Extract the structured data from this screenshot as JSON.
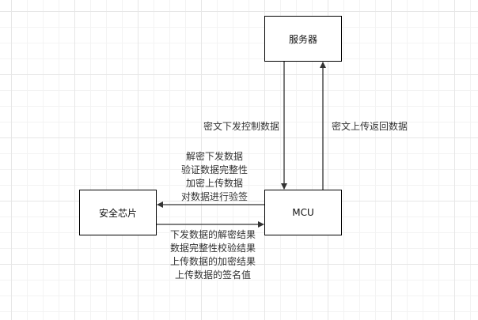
{
  "nodes": {
    "server": "服务器",
    "mcu": "MCU",
    "chip": "安全芯片"
  },
  "edges": {
    "server_to_mcu": "密文下发控制数据",
    "mcu_to_server": "密文上传返回数据",
    "mcu_to_chip": [
      "解密下发数据",
      "验证数据完整性",
      "加密上传数据",
      "对数据进行验签"
    ],
    "chip_to_mcu": [
      "下发数据的解密结果",
      "数据完整性校验结果",
      "上传数据的加密结果",
      "上传数据的签名值"
    ]
  },
  "colors": {
    "line": "#333333",
    "grid": "#e6e6e6"
  }
}
